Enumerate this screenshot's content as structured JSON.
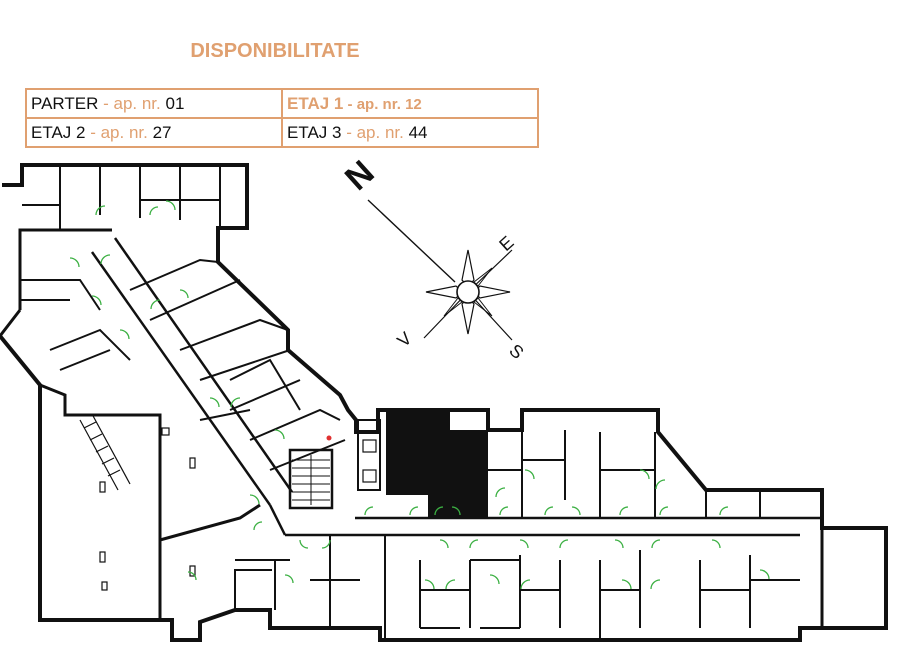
{
  "heading": "DISPONIBILITATE",
  "availability": [
    [
      {
        "label": "PARTER",
        "sep": " - ap. nr. ",
        "number": "01",
        "highlight": false
      },
      {
        "label": "ETAJ 1",
        "sep": " - ap. nr. ",
        "number": "12",
        "highlight": true
      }
    ],
    [
      {
        "label": "ETAJ  2",
        "sep": "  - ap. nr. ",
        "number": "27",
        "highlight": false
      },
      {
        "label": "ETAJ 3",
        "sep": "  - ap. nr. ",
        "number": "44",
        "highlight": false
      }
    ]
  ],
  "compass": {
    "north": "N",
    "east": "E",
    "south": "S",
    "west": "V"
  },
  "colors": {
    "accent": "#e0a070",
    "walls": "#111111",
    "doors": "#3cb043",
    "marker": "#e03030"
  }
}
